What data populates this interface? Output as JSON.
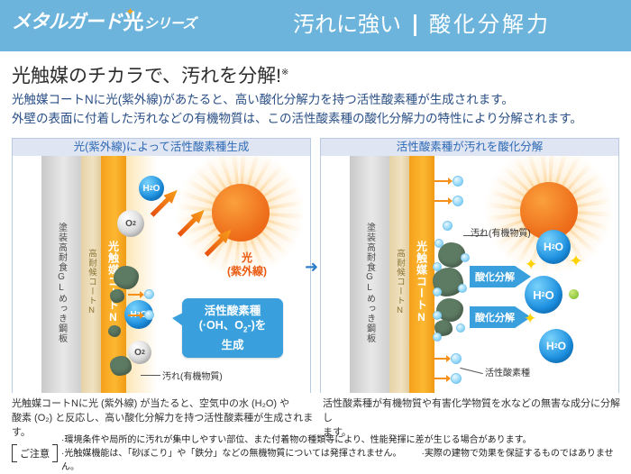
{
  "header": {
    "logo_main": "メタルガード",
    "logo_hikari": "光",
    "logo_series": "シリーズ",
    "title_left": "汚れに強い",
    "title_right": "酸化分解力",
    "bg_color": "#6cb4dc"
  },
  "intro": {
    "headline": "光触媒のチカラで、汚れを分解!",
    "headline_mark": "※",
    "lead_line1": "光触媒コートNに光(紫外線)があたると、高い酸化分解力を持つ活性酸素種が生成されます。",
    "lead_line2": "外壁の表面に付着した汚れなどの有機物質は、この活性酸素種の酸化分解力の特性により分解されます。",
    "lead_color": "#2a4f86"
  },
  "panel_left": {
    "title": "光(紫外線)によって活性酸素種生成",
    "layers": [
      {
        "label": "塗装高耐食GLめっき鋼板",
        "color": "#d5d5d5"
      },
      {
        "label": "高耐候コートN",
        "color": "#ecdcb4"
      },
      {
        "label": "光触媒コートN",
        "color": "#f7a821"
      }
    ],
    "molecules": [
      {
        "label": "H",
        "sub": "2",
        "label2": "O",
        "type": "h2o"
      },
      {
        "label": "O",
        "sub": "2",
        "label2": "",
        "type": "o2"
      }
    ],
    "uv_label_line1": "光",
    "uv_label_line2": "(紫外線)",
    "uv_label_color": "#ea5a10",
    "callout_line1": "活性酸素種",
    "callout_line2_a": "(·OH、O",
    "callout_line2_sub": "2",
    "callout_line2_b": "-)を",
    "callout_line3": "生成",
    "callout_color": "#3aa0dd",
    "dirt_label": "汚れ(有機物質)",
    "caption_line1": "光触媒コートNに光 (紫外線) が当たると、空気中の水 (H₂O) や",
    "caption_line2": "酸素 (O₂) と反応し、高い酸化分解力を持つ活性酸素種が生成されます。"
  },
  "panel_right": {
    "title": "活性酸素種が汚れを酸化分解",
    "layers": [
      {
        "label": "塗装高耐食GLめっき鋼板",
        "color": "#d5d5d5"
      },
      {
        "label": "高耐候コートN",
        "color": "#ecdcb4"
      },
      {
        "label": "光触媒コートN",
        "color": "#f7a821"
      }
    ],
    "dirt_label": "汚れ(有機物質)",
    "decompose_label_1": "酸化分解",
    "decompose_label_2": "酸化分解",
    "ros_label": "活性酸素種",
    "water_label": "H₂O",
    "caption_line1": "活性酸素種が有機物質や有害化学物質を水などの無害な成分に分解し",
    "caption_line2": "ます。"
  },
  "middle": {
    "arrow": "➜"
  },
  "notice": {
    "tag": "ご注意",
    "line1": "·環境条件や局所的に汚れが集中しやすい部位、また付着物の種類等により、性能発揮に差が生じる場合があります。",
    "line2a": "·光触媒機能は、「砂ぼこり」や「鉄分」などの無機物質については発揮されません。",
    "line2b": "·実際の建物で効果を保証するものではありません。"
  }
}
